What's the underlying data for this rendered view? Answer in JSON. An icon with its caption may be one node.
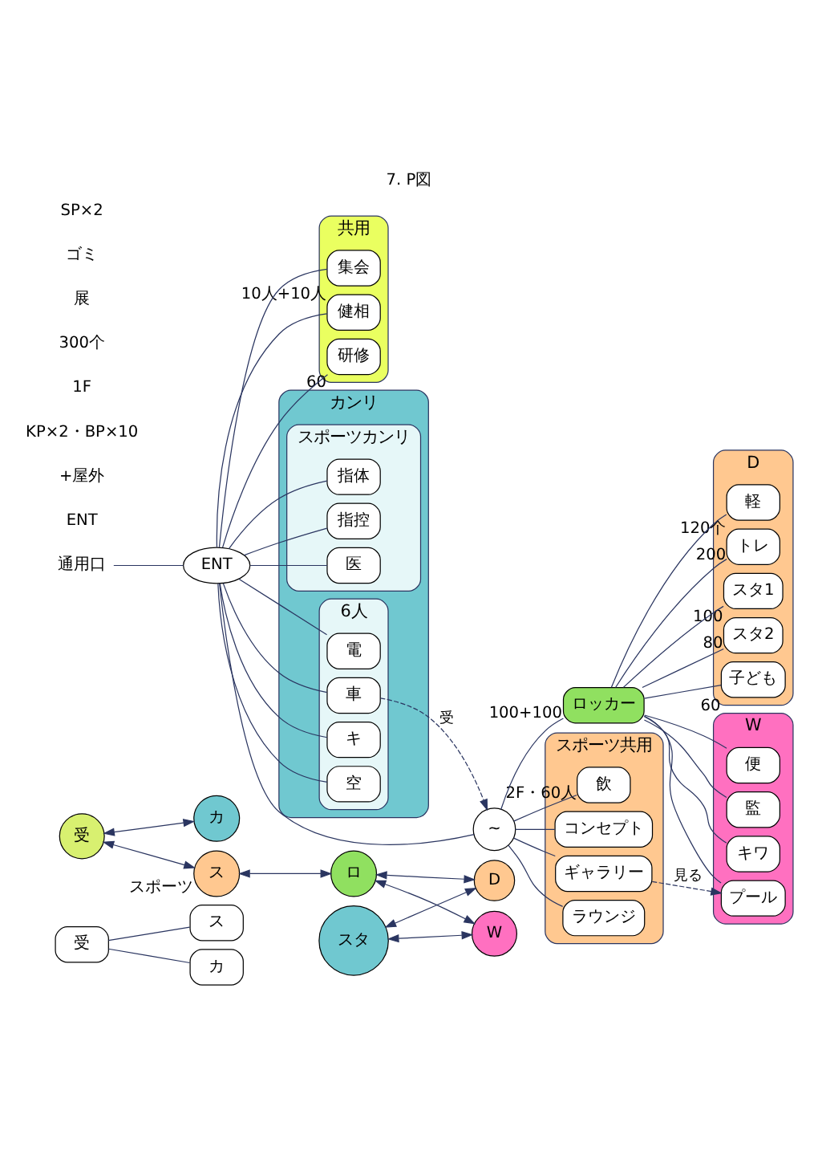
{
  "diagram": {
    "title": "7. P図",
    "nodes": [
      {
        "text": [
          "受"
        ]
      },
      {
        "text": [
          "カ"
        ]
      },
      {
        "text": [
          "ス"
        ]
      },
      {
        "text": [
          "受"
        ]
      },
      {
        "text": [
          "ス"
        ],
        "beside": [
          "スポーツ"
        ]
      },
      {
        "text": [
          "カ"
        ]
      },
      {
        "text": [
          "ロ"
        ]
      },
      {
        "text": [
          "スタ"
        ]
      },
      {
        "text": [
          "D"
        ]
      },
      {
        "text": [
          "W"
        ]
      },
      {
        "text": [
          "ENT"
        ]
      },
      {
        "text": [
          "共用"
        ]
      },
      {
        "text": [
          "研修"
        ],
        "in": 11,
        "beside": [
          "60"
        ]
      },
      {
        "text": [
          "集会"
        ],
        "in": 11,
        "beside": [
          "10人+10人"
        ]
      },
      {
        "text": [
          "健相"
        ],
        "in": 11
      },
      {
        "text": [
          "カンリ"
        ]
      },
      {
        "text": [
          "6人"
        ],
        "in": 15
      },
      {
        "text": [
          "車"
        ],
        "in": 16
      },
      {
        "text": [
          "キ"
        ],
        "in": 16
      },
      {
        "text": [
          "空"
        ],
        "in": 16
      },
      {
        "text": [
          "電"
        ],
        "in": 16
      },
      {
        "text": [
          "スポーツカンリ"
        ],
        "in": 15
      },
      {
        "text": [
          "指体"
        ],
        "in": 21
      },
      {
        "text": [
          "指控"
        ],
        "in": 21
      },
      {
        "text": [
          "医"
        ],
        "in": 21
      },
      {
        "text": [
          "~"
        ]
      },
      {
        "text": [
          "スポーツ共用"
        ]
      },
      {
        "text": [
          "飲"
        ],
        "in": 26,
        "beside": [
          "2F・60人"
        ]
      },
      {
        "text": [
          "コンセプト"
        ],
        "in": 26
      },
      {
        "text": [
          "ギャラリー"
        ],
        "in": 26
      },
      {
        "text": [
          "ラウンジ"
        ],
        "in": 26
      },
      {
        "text": [
          "ロッカー"
        ],
        "beside": [
          "100+100"
        ]
      },
      {
        "text": [
          "D"
        ]
      },
      {
        "text": [
          "軽"
        ],
        "in": 32,
        "beside": [
          "120个"
        ]
      },
      {
        "text": [
          "トレ"
        ],
        "in": 32,
        "beside": [
          "200"
        ]
      },
      {
        "text": [
          "スタ1"
        ],
        "in": 32,
        "beside": [
          "100"
        ]
      },
      {
        "text": [
          "スタ2"
        ],
        "in": 32,
        "beside": [
          "80"
        ]
      },
      {
        "text": [
          "子ども"
        ],
        "in": 32,
        "beside": [
          "60"
        ]
      },
      {
        "text": [
          "W"
        ]
      },
      {
        "text": [
          "プール"
        ],
        "in": 38
      },
      {
        "text": [
          "監"
        ],
        "in": 38
      },
      {
        "text": [
          "キワ"
        ],
        "in": 38
      },
      {
        "text": [
          "便"
        ],
        "in": 38
      },
      {
        "text": [
          "通用口"
        ]
      }
    ],
    "edges": [
      {
        "from": 0,
        "to": 1,
        "arrow": "none"
      },
      {
        "from": 0,
        "to": 2,
        "arrow": "none"
      },
      {
        "from": 3,
        "to": 4,
        "arrow": "both"
      },
      {
        "from": 3,
        "to": 5,
        "arrow": "both"
      },
      {
        "from": 4,
        "to": 6,
        "arrow": "both"
      },
      {
        "from": 6,
        "to": 8,
        "arrow": "both"
      },
      {
        "from": 6,
        "to": 9,
        "arrow": "both"
      },
      {
        "from": 7,
        "to": 8,
        "arrow": "both"
      },
      {
        "from": 7,
        "to": 9,
        "arrow": "both"
      },
      {
        "from": 10,
        "to": 12,
        "arrow": "none"
      },
      {
        "from": 10,
        "to": 13,
        "arrow": "none"
      },
      {
        "from": 10,
        "to": 14,
        "arrow": "none"
      },
      {
        "from": 10,
        "to": 17,
        "arrow": "none"
      },
      {
        "from": 10,
        "to": 18,
        "arrow": "none"
      },
      {
        "from": 10,
        "to": 19,
        "arrow": "none"
      },
      {
        "from": 10,
        "to": 20,
        "arrow": "none"
      },
      {
        "from": 10,
        "to": 22,
        "arrow": "none"
      },
      {
        "from": 10,
        "to": 23,
        "arrow": "none"
      },
      {
        "from": 10,
        "to": 24,
        "arrow": "none"
      },
      {
        "from": 17,
        "to": 25,
        "arrow": "to",
        "label": "受",
        "style": "dashed"
      },
      {
        "from": 10,
        "to": 25,
        "arrow": "none"
      },
      {
        "from": 25,
        "to": 27,
        "arrow": "none"
      },
      {
        "from": 25,
        "to": 28,
        "arrow": "none"
      },
      {
        "from": 25,
        "to": 29,
        "arrow": "none"
      },
      {
        "from": 25,
        "to": 30,
        "arrow": "none"
      },
      {
        "from": 25,
        "to": 31,
        "arrow": "none"
      },
      {
        "from": 31,
        "to": 33,
        "arrow": "none"
      },
      {
        "from": 31,
        "to": 34,
        "arrow": "none"
      },
      {
        "from": 31,
        "to": 35,
        "arrow": "none"
      },
      {
        "from": 31,
        "to": 36,
        "arrow": "none"
      },
      {
        "from": 31,
        "to": 37,
        "arrow": "none"
      },
      {
        "from": 31,
        "to": 39,
        "arrow": "none"
      },
      {
        "from": 31,
        "to": 40,
        "arrow": "none"
      },
      {
        "from": 31,
        "to": 41,
        "arrow": "none"
      },
      {
        "from": 31,
        "to": 42,
        "arrow": "none"
      },
      {
        "from": 29,
        "to": 39,
        "arrow": "to",
        "label": "見る",
        "style": "dashed"
      },
      {
        "from": 43,
        "to": 10,
        "arrow": "none"
      }
    ],
    "labels": [
      "ENT",
      "+屋外",
      "KP×2・BP×10",
      "1F",
      "300个",
      "展",
      "ゴミ",
      "SP×2"
    ]
  }
}
